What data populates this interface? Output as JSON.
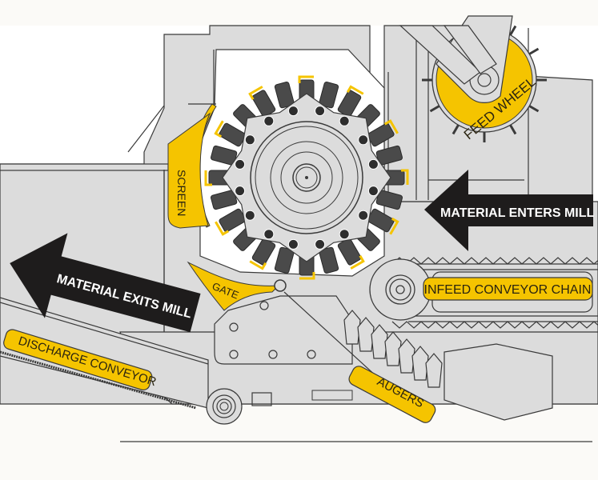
{
  "diagram": {
    "title": "Mill cross-section",
    "colors": {
      "background": "#fbfaf7",
      "machine_fill": "#dcdcdc",
      "machine_stroke": "#3a3a3a",
      "label_yellow": "#f5c400",
      "rotor_dark": "#4a4a4a",
      "arrow": "#1e1c1c"
    },
    "labels": {
      "feed_wheel": "FEED WHEEL",
      "screen": "SCREEN",
      "gate": "GATE",
      "infeed_conveyor_chain": "INFEED CONVEYOR CHAIN",
      "discharge_conveyor": "DISCHARGE CONVEYOR",
      "augers": "AUGERS"
    },
    "arrows": {
      "enters": "MATERIAL ENTERS MILL",
      "exits": "MATERIAL EXITS MILL"
    }
  }
}
